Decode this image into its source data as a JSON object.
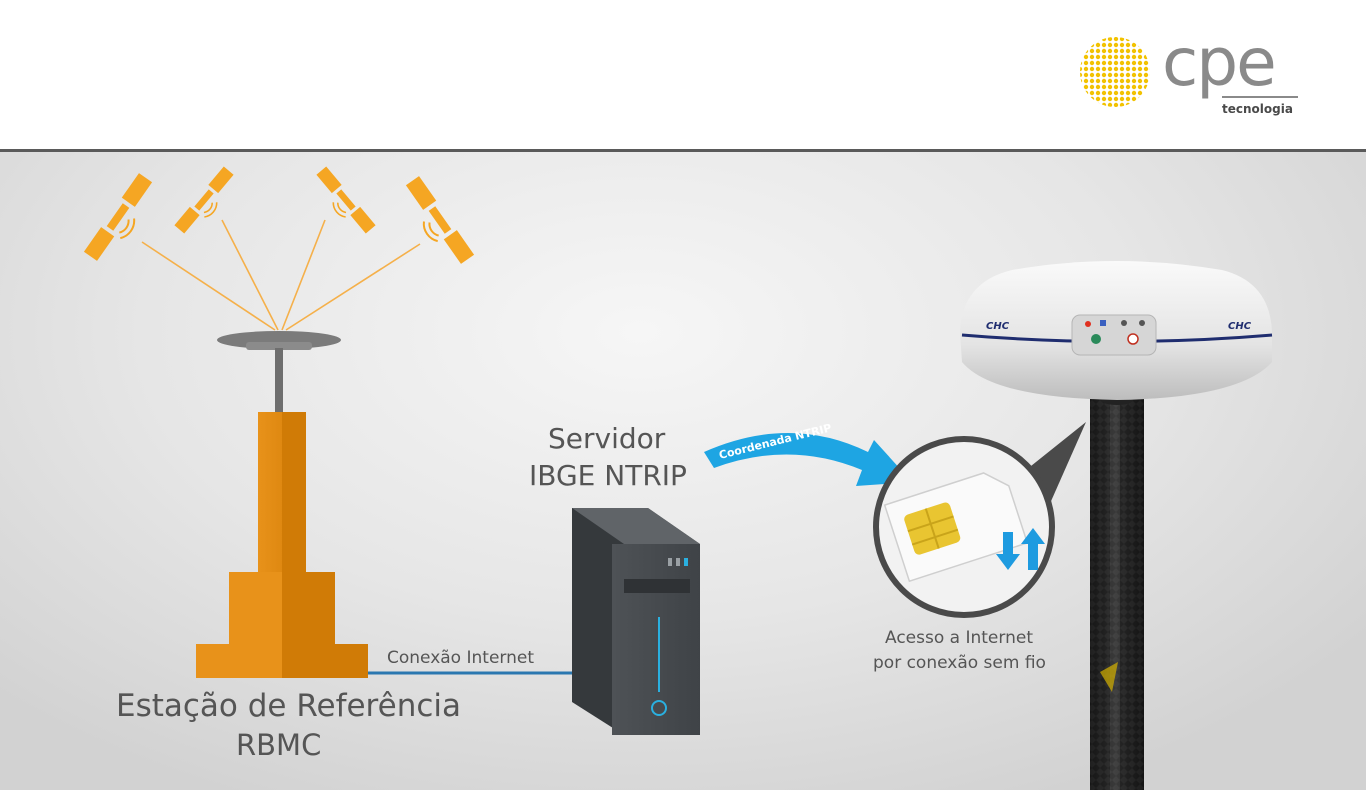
{
  "brand": {
    "name": "cpe",
    "tagline": "tecnologia",
    "logo_dot_color": "#f2c200",
    "logo_text_color": "#8a8a8a"
  },
  "diagram": {
    "reference_station": {
      "title_line1": "Estação de Referência",
      "title_line2": "RBMC",
      "color": "#e08a0f"
    },
    "server": {
      "title_line1": "Servidor",
      "title_line2": "IBGE NTRIP"
    },
    "link_internet": {
      "label": "Conexão Internet",
      "color": "#2a77b0"
    },
    "ntrip_arrow": {
      "label": "Coordenada NTRIP",
      "color": "#1ea5e3"
    },
    "wireless": {
      "label_line1": "Acesso a Internet",
      "label_line2": "por conexão sem fio"
    },
    "receiver": {
      "brand_mark": "CHC"
    },
    "satellite_color": "#f5a623"
  }
}
